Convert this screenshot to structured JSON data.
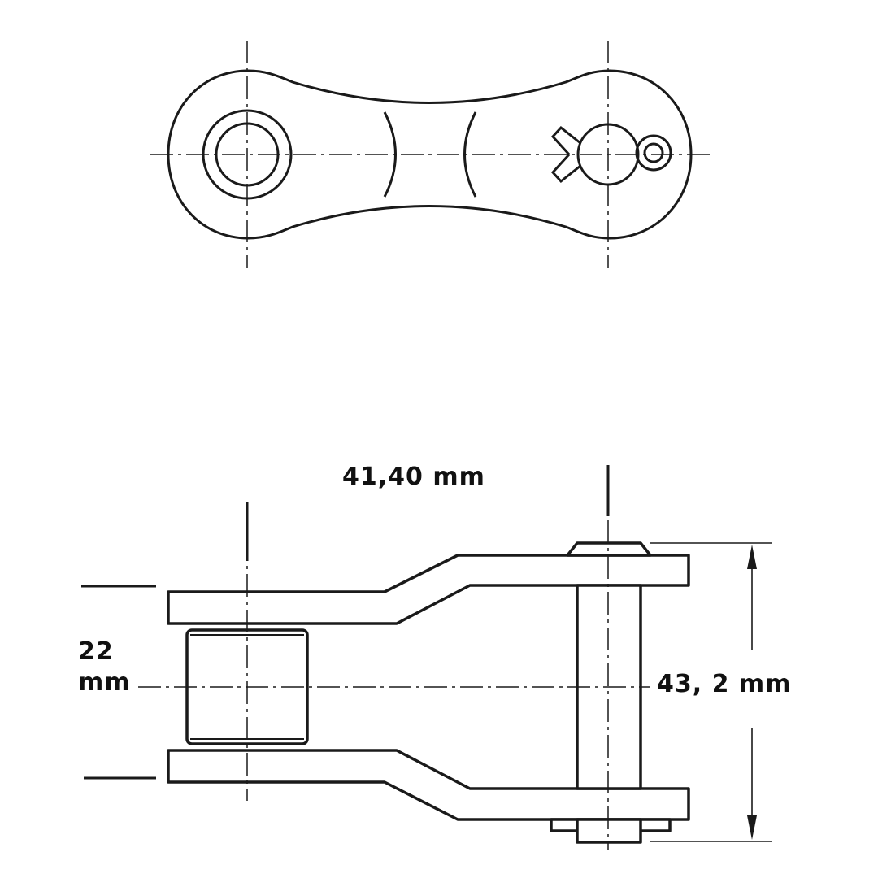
{
  "diagram": {
    "dimensions": {
      "pitch": "41,40 mm",
      "inner_width_value": "22",
      "inner_width_unit": "mm",
      "overall_height": "43, 2 mm"
    },
    "colors": {
      "line": "#1a1a1a",
      "background": "#ffffff"
    }
  }
}
